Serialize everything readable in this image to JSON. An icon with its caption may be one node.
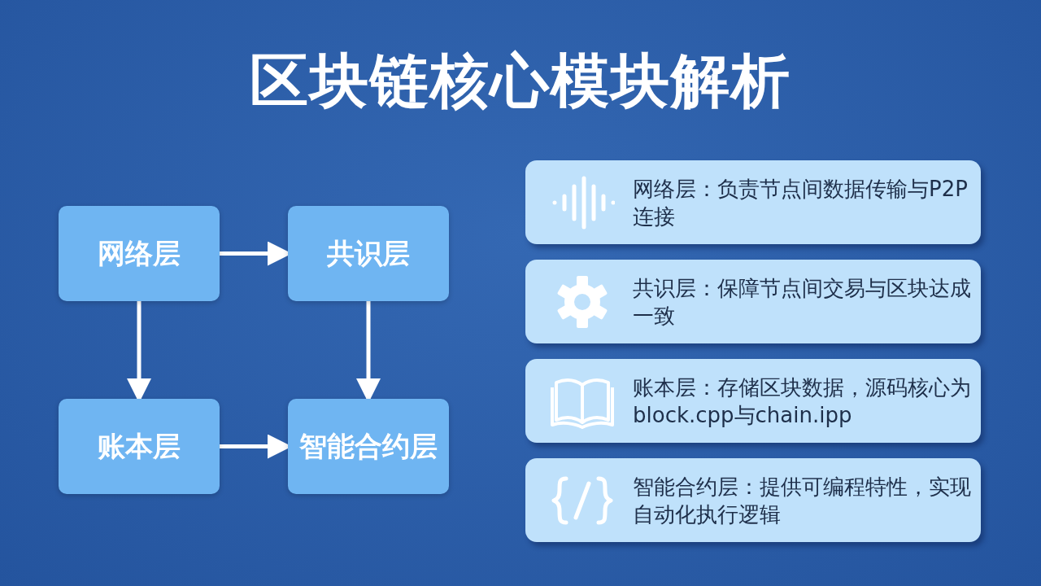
{
  "diagram": {
    "title": "区块链核心模块解析",
    "nodes": [
      {
        "text": [
          "网络层"
        ]
      },
      {
        "text": [
          "共识层"
        ]
      },
      {
        "text": [
          "账本层"
        ]
      },
      {
        "text": [
          "智能合约层"
        ]
      },
      {
        "text": [
          "网络层：负责节点间数据传输与P2P连接"
        ]
      },
      {
        "text": [
          "共识层：保障节点间交易与区块达成一致"
        ]
      },
      {
        "text": [
          "账本层：存储区块数据，源码核心为block.cpp与chain.ipp"
        ]
      },
      {
        "text": [
          "智能合约层：提供可编程特性，实现自动化执行逻辑"
        ]
      }
    ],
    "edges": [
      {
        "from": 0,
        "to": 1,
        "arrow": "to"
      },
      {
        "from": 0,
        "to": 2,
        "arrow": "to"
      },
      {
        "from": 1,
        "to": 3,
        "arrow": "to"
      },
      {
        "from": 2,
        "to": 3,
        "arrow": "to"
      }
    ]
  }
}
